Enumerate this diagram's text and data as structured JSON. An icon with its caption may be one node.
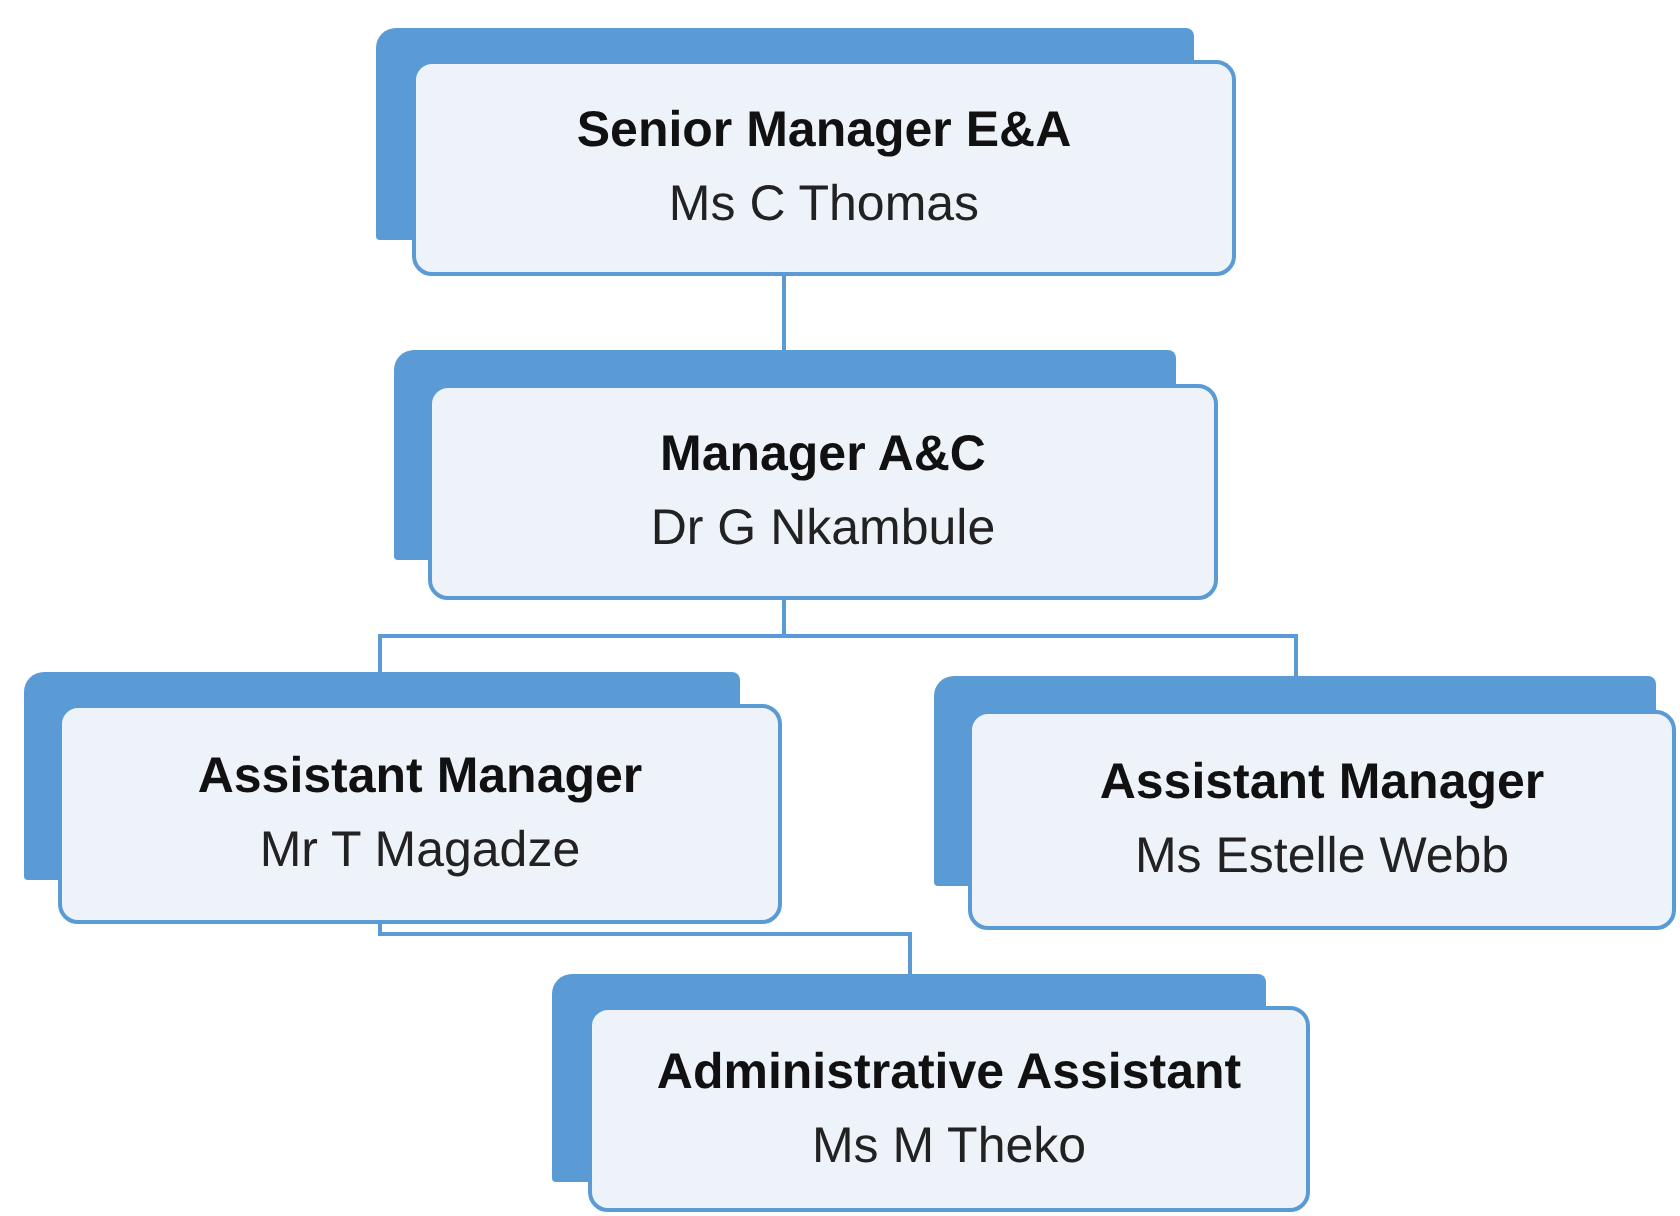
{
  "diagram": {
    "nodes": [
      {
        "text": [
          "Senior Manager E&A",
          "Ms C Thomas"
        ]
      },
      {
        "text": [
          "Manager A&C",
          "Dr G Nkambule"
        ]
      },
      {
        "text": [
          "Assistant Manager",
          "Mr T Magadze"
        ]
      },
      {
        "text": [
          "Assistant Manager",
          "Ms Estelle Webb"
        ]
      },
      {
        "text": [
          "Administrative Assistant",
          "Ms M Theko"
        ]
      }
    ],
    "edges": [
      {
        "from": 0,
        "to": 1,
        "arrow": "none"
      },
      {
        "from": 1,
        "to": 2,
        "arrow": "none"
      },
      {
        "from": 1,
        "to": 3,
        "arrow": "none"
      },
      {
        "from": 2,
        "to": 4,
        "arrow": "none"
      }
    ]
  }
}
